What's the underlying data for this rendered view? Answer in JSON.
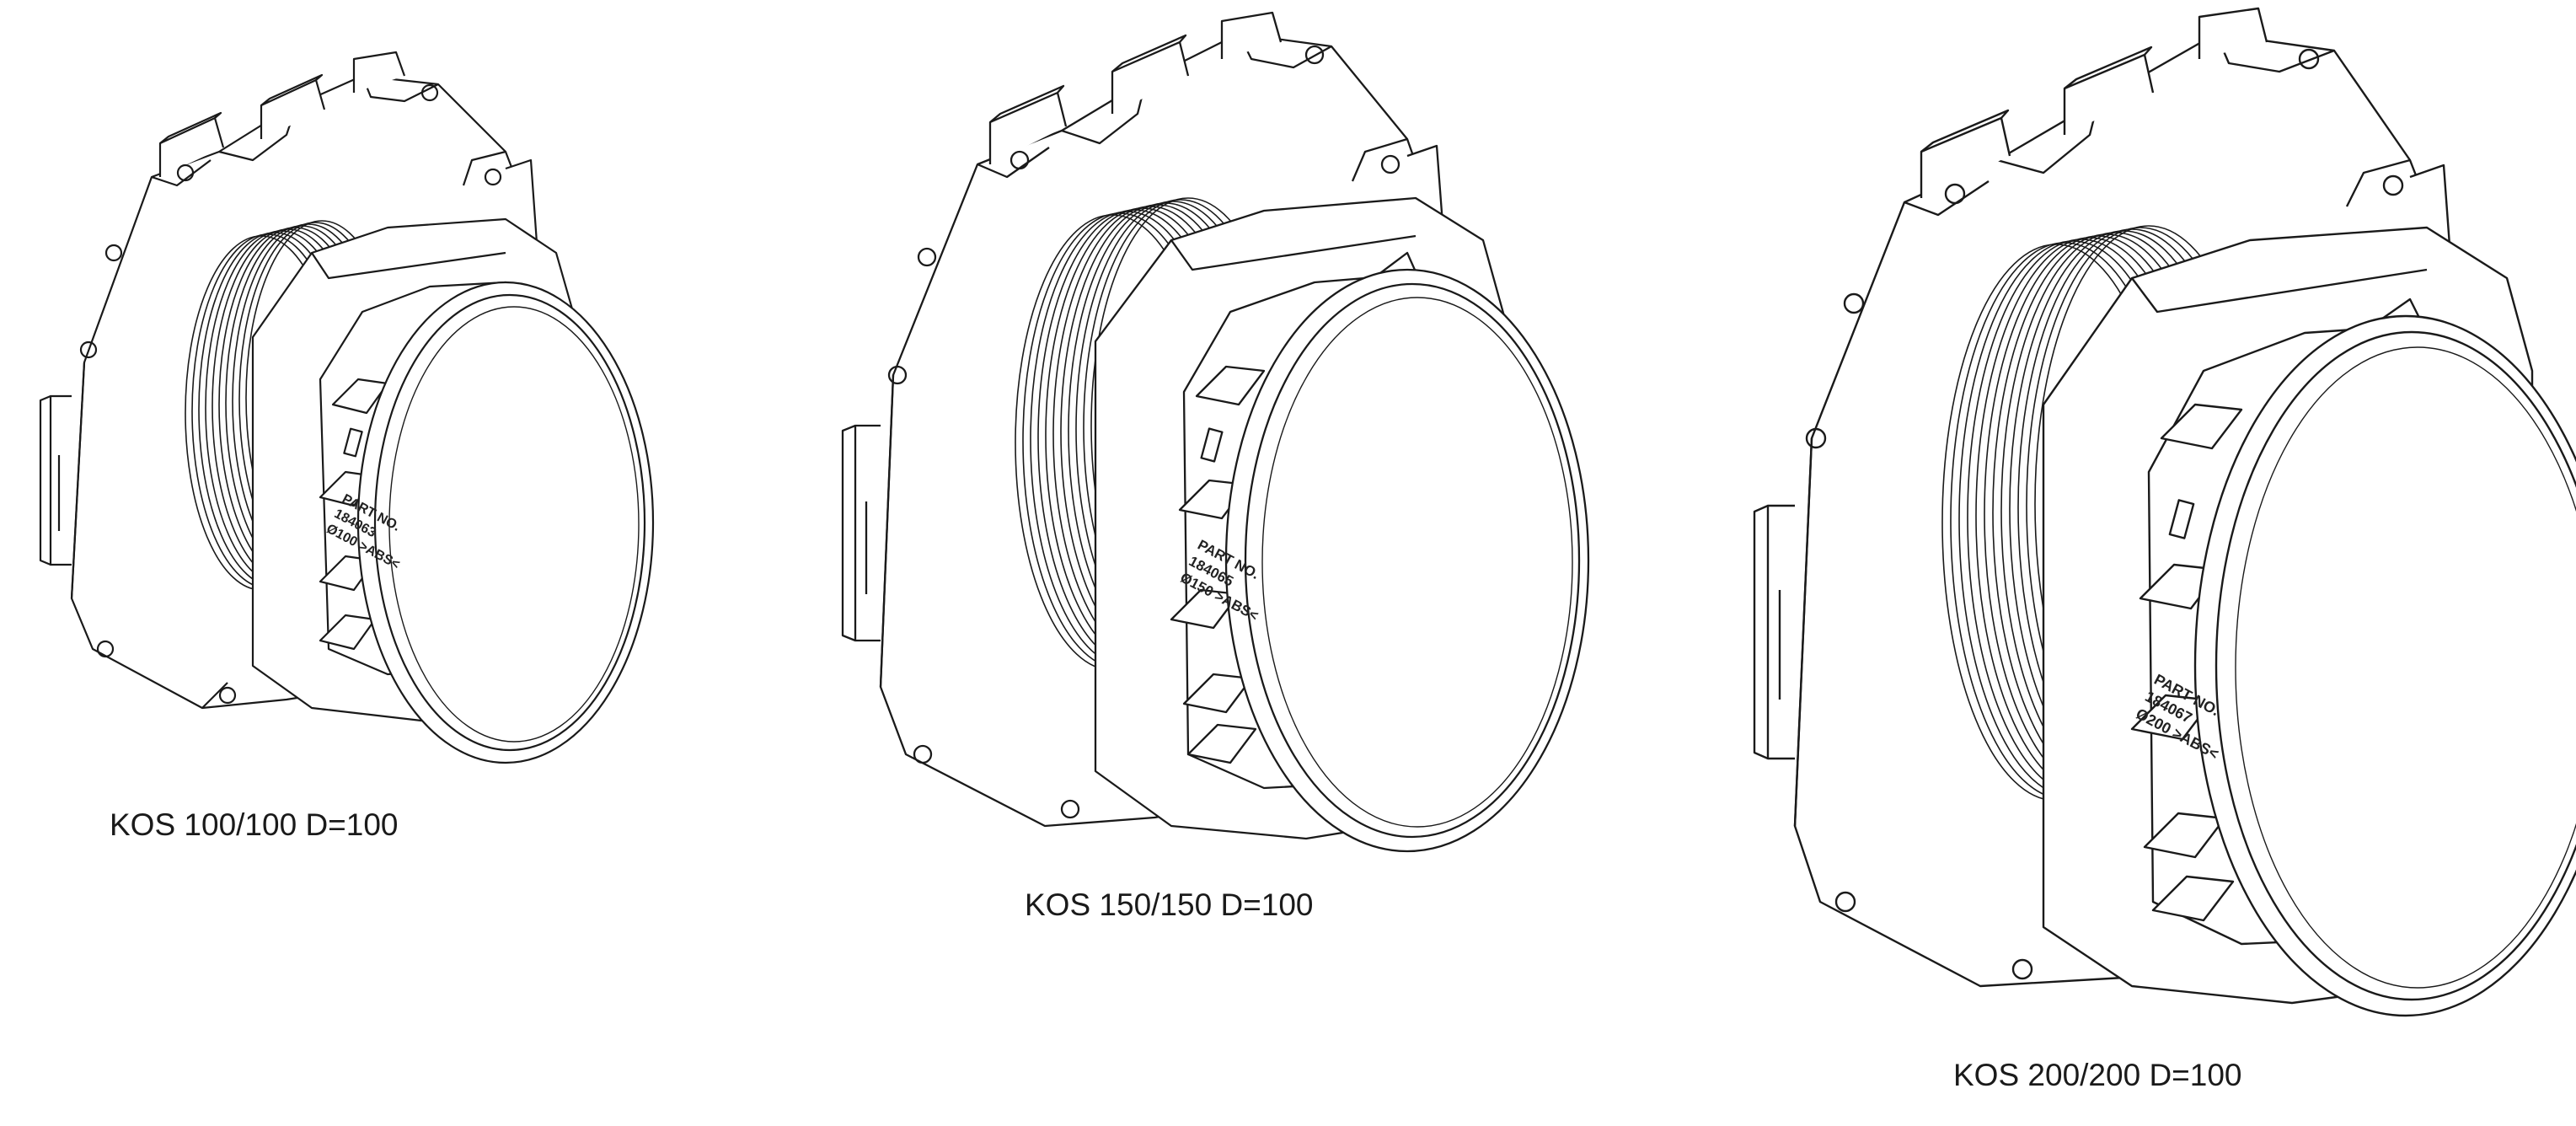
{
  "parts": [
    {
      "label": "KOS 100/100 D=100",
      "engraving": [
        "PART NO.",
        "184063",
        "Ø100 >ABS<"
      ]
    },
    {
      "label": "KOS 150/150 D=100",
      "engraving": [
        "PART NO.",
        "184065",
        "Ø150 >ABS<"
      ]
    },
    {
      "label": "KOS 200/200 D=100",
      "engraving": [
        "PART NO.",
        "184067",
        "Ø200 >ABS<"
      ]
    }
  ],
  "style": {
    "line_color": "#1a1a1a",
    "background": "#ffffff"
  }
}
